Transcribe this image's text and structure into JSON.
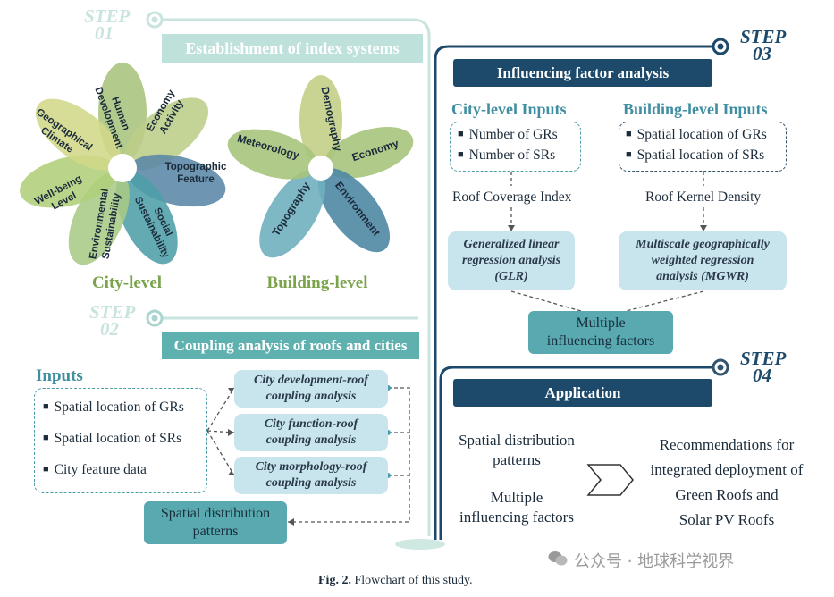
{
  "colors": {
    "teal": "#5fb1b0",
    "light_teal": "#bfe1dc",
    "dark_blue": "#1d4a6b",
    "pill_fill": "#c8e4ec",
    "petal_green": "#a7c47d",
    "petal_olive": "#c3cf86",
    "petal_teal": "#4f9ea9",
    "petal_blue": "#5a86a6"
  },
  "step1": {
    "label1": "STEP",
    "label2": "01",
    "banner": "Establishment of  index systems"
  },
  "city_flower": {
    "petals": [
      "Human Development",
      "Economy Activity",
      "Topographic Feature",
      "Social Sustainability",
      "Environmental Sustainability",
      "Well-being Level",
      "Geographical Climate"
    ],
    "label": "City-level"
  },
  "building_flower": {
    "petals": [
      "Demography",
      "Economy",
      "Environment",
      "Topography",
      "Meteorology"
    ],
    "label": "Building-level"
  },
  "step2": {
    "label1": "STEP",
    "label2": "02",
    "banner": "Coupling analysis of roofs and cities"
  },
  "inputs": {
    "title": "Inputs",
    "items": [
      "Spatial location of GRs",
      "Spatial location of SRs",
      "City feature data"
    ]
  },
  "coupling": [
    "City development-roof coupling analysis",
    "City function-roof coupling analysis",
    "City morphology-roof coupling analysis"
  ],
  "coupling_lines": [
    [
      "City development-roof",
      "coupling analysis"
    ],
    [
      "City function-roof",
      "coupling analysis"
    ],
    [
      "City morphology-roof",
      "coupling analysis"
    ]
  ],
  "spatial_box": {
    "line1": "Spatial distribution",
    "line2": "patterns"
  },
  "step3": {
    "label1": "STEP",
    "label2": "03",
    "banner": "Influencing factor analysis"
  },
  "city_inputs": {
    "title": "City-level Inputs",
    "items": [
      "Number of GRs",
      "Number of SRs"
    ],
    "index": "Roof Coverage Index",
    "model_lines": [
      "Generalized linear",
      "regression analysis",
      "(GLR)"
    ]
  },
  "building_inputs": {
    "title": "Building-level Inputs",
    "items": [
      "Spatial location of GRs",
      "Spatial location of SRs"
    ],
    "index": "Roof Kernel Density",
    "model_lines": [
      "Multiscale geographically",
      "weighted regression",
      "analysis (MGWR)"
    ]
  },
  "factors_box": {
    "line1": "Multiple",
    "line2": "influencing factors"
  },
  "step4": {
    "label1": "STEP",
    "label2": "04",
    "banner": "Application"
  },
  "application": {
    "left1_line1": "Spatial distribution",
    "left1_line2": "patterns",
    "left2_line1": "Multiple",
    "left2_line2": "influencing factors",
    "right_lines": [
      "Recommendations for",
      "integrated deployment of",
      "Green Roofs and",
      "Solar PV Roofs"
    ]
  },
  "caption": {
    "label": "Fig. 2.",
    "text": "Flowchart of this study."
  },
  "watermark": "公众号 · 地球科学视界"
}
